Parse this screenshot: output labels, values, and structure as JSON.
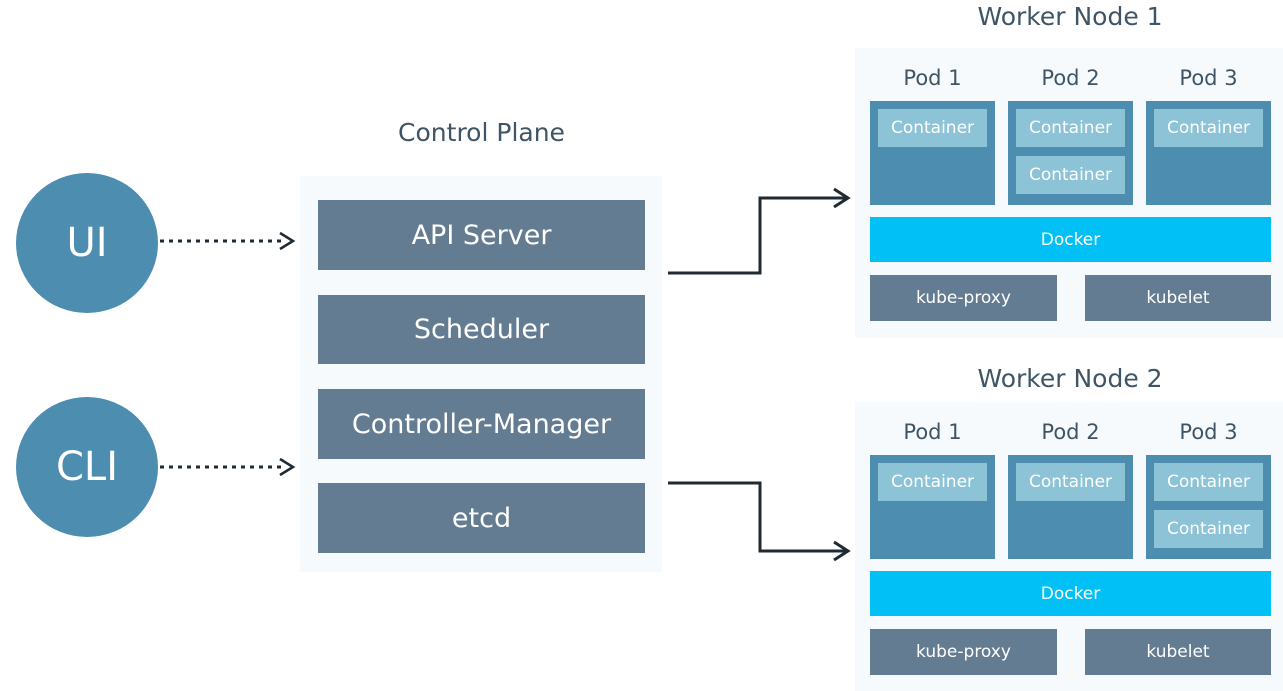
{
  "clients": {
    "ui": "UI",
    "cli": "CLI"
  },
  "control_plane": {
    "title": "Control Plane",
    "components": [
      "API Server",
      "Scheduler",
      "Controller-Manager",
      "etcd"
    ]
  },
  "worker_nodes": [
    {
      "title": "Worker Node 1",
      "pods": [
        {
          "label": "Pod 1",
          "containers": [
            "Container"
          ]
        },
        {
          "label": "Pod 2",
          "containers": [
            "Container",
            "Container"
          ]
        },
        {
          "label": "Pod 3",
          "containers": [
            "Container"
          ]
        }
      ],
      "runtime": "Docker",
      "services": [
        "kube-proxy",
        "kubelet"
      ]
    },
    {
      "title": "Worker Node 2",
      "pods": [
        {
          "label": "Pod 1",
          "containers": [
            "Container"
          ]
        },
        {
          "label": "Pod 2",
          "containers": [
            "Container"
          ]
        },
        {
          "label": "Pod 3",
          "containers": [
            "Container",
            "Container"
          ]
        }
      ],
      "runtime": "Docker",
      "services": [
        "kube-proxy",
        "kubelet"
      ]
    }
  ],
  "colors": {
    "client_circle": "#4d8db0",
    "control_box": "#647c92",
    "pod": "#4d8db0",
    "container": "#8cc3d6",
    "docker": "#00c0f5",
    "text": "#3f5566"
  }
}
